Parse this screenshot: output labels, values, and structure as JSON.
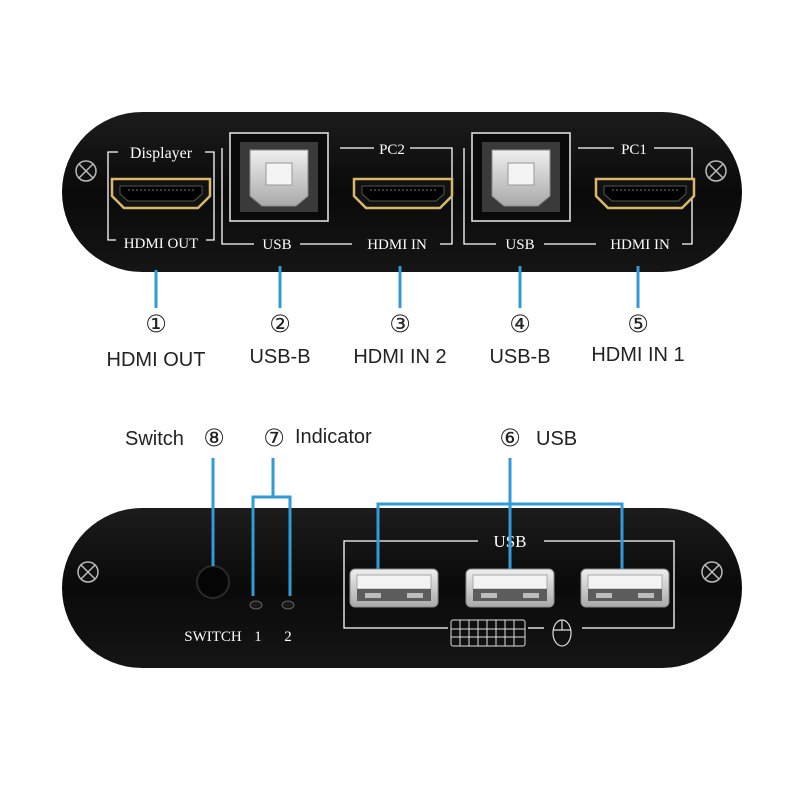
{
  "colors": {
    "body": "#0d0d0d",
    "leader": "#2f9bd7",
    "port_silver": "#c9c9c9",
    "hdmi_gold": "#d9b86a",
    "text": "#222222"
  },
  "rear_panel": {
    "displayer_label": "Displayer",
    "hdmi_out_label": "HDMI OUT",
    "pc2_label": "PC2",
    "pc1_label": "PC1",
    "usb_label_a": "USB",
    "hdmi_in_label_a": "HDMI IN",
    "usb_label_b": "USB",
    "hdmi_in_label_b": "HDMI IN"
  },
  "rear_callouts": [
    {
      "num": "①",
      "text": "HDMI OUT"
    },
    {
      "num": "②",
      "text": "USB-B"
    },
    {
      "num": "③",
      "text": "HDMI IN 2"
    },
    {
      "num": "④",
      "text": "USB-B"
    },
    {
      "num": "⑤",
      "text": "HDMI IN 1"
    }
  ],
  "front_callouts": {
    "switch": {
      "text": "Switch",
      "num": "⑧"
    },
    "indicator": {
      "num": "⑦",
      "text": "Indicator"
    },
    "usb": {
      "num": "⑥",
      "text": "USB"
    }
  },
  "front_panel": {
    "usb_group_label": "USB",
    "switch_label": "SWITCH",
    "led1_label": "1",
    "led2_label": "2",
    "icons": [
      "keyboard-icon",
      "mouse-icon"
    ]
  }
}
